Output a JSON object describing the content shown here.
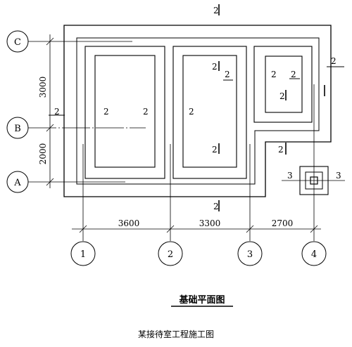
{
  "drawing": {
    "title": "基础平面图",
    "caption": "某接待室工程施工图"
  },
  "axes": {
    "rows": [
      "C",
      "B",
      "A"
    ],
    "columns": [
      "1",
      "2",
      "3",
      "4"
    ]
  },
  "dimensions": {
    "vertical": [
      "3000",
      "2000"
    ],
    "horizontal": [
      "3600",
      "3300",
      "2700"
    ]
  },
  "section_marks": {
    "s_top": "2",
    "s_right": "2",
    "s_left": "2",
    "s_b_mid": "2",
    "s_b_right": "2",
    "s_r1_mid": "2",
    "s_r2_top": "2",
    "s_r2_top_b": "2",
    "s_r2_bottom": "2",
    "s_r3_a": "2",
    "s_r3_b": "2",
    "s_r3_c": "2",
    "s_lower_right": "2",
    "s_bottom": "2",
    "s_col4_left": "3",
    "s_col4_right": "3"
  }
}
